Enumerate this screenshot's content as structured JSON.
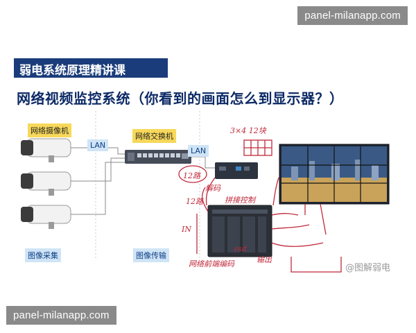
{
  "watermark": {
    "top": "panel-milanapp.com",
    "bottom": "panel-milanapp.com"
  },
  "course": {
    "label": "弱电系统原理精讲课"
  },
  "slide": {
    "title": "网络视频监控系统（你看到的画面怎么到显示器？）"
  },
  "diagram": {
    "camera_label": "网络摄像机",
    "switch_label": "网络交换机",
    "lan_left": "LAN",
    "lan_right": "LAN",
    "section_capture": "图像采集",
    "section_transmit": "图像传输",
    "handwriting": {
      "grid_note": "3×4 12块",
      "decoder_note": "12路",
      "decoder_word": "解码",
      "control_word": "拼接控制",
      "in_label": "IN",
      "out_label": "out",
      "route_word": "12路",
      "network_note": "网络前端编码",
      "output_note": "输出"
    },
    "signature": "@图解弱电"
  },
  "colors": {
    "title_blue": "#0d2a66",
    "bar_blue": "#1a3c7a",
    "tag_yellow": "#f7d85a",
    "tag_blue": "#cfe4f6",
    "ink_red": "#c0283a"
  }
}
